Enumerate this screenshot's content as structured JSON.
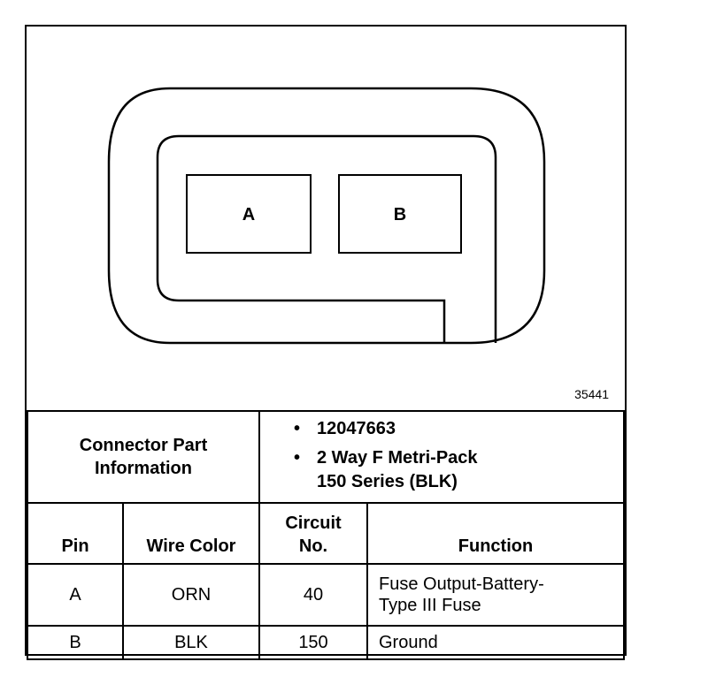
{
  "figure_number": "35441",
  "connector": {
    "cavities": [
      {
        "label": "A"
      },
      {
        "label": "B"
      }
    ]
  },
  "part_info": {
    "title_line1": "Connector Part",
    "title_line2": "Information",
    "items": [
      {
        "bullet": "•",
        "line1": "12047663",
        "line2": ""
      },
      {
        "bullet": "•",
        "line1": "2 Way F Metri-Pack",
        "line2": "150 Series (BLK)"
      }
    ]
  },
  "pin_table": {
    "headers": {
      "pin": "Pin",
      "wire_color": "Wire Color",
      "circuit_line1": "Circuit",
      "circuit_line2": "No.",
      "function": "Function"
    },
    "rows": [
      {
        "pin": "A",
        "wire_color": "ORN",
        "circuit": "40",
        "function_line1": "Fuse Output-Battery-",
        "function_line2": "Type III Fuse"
      },
      {
        "pin": "B",
        "wire_color": "BLK",
        "circuit": "150",
        "function_line1": "Ground",
        "function_line2": ""
      }
    ]
  }
}
